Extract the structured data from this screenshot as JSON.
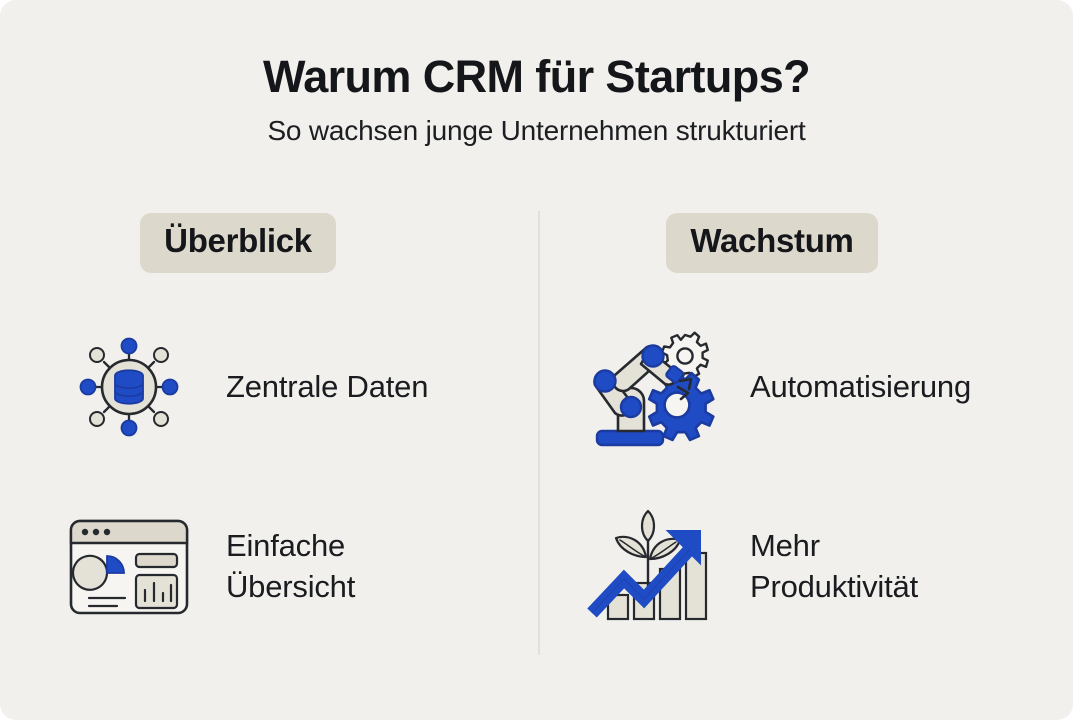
{
  "header": {
    "title": "Warum CRM für Startups?",
    "subtitle": "So wachsen junge Unternehmen strukturiert"
  },
  "columns": [
    {
      "badge": "Überblick",
      "features": [
        {
          "icon": "central-data-hub-icon",
          "label": "Zentrale Daten"
        },
        {
          "icon": "dashboard-overview-icon",
          "label": "Einfache\nÜbersicht"
        }
      ]
    },
    {
      "badge": "Wachstum",
      "features": [
        {
          "icon": "robot-arm-gears-icon",
          "label": "Automatisierung"
        },
        {
          "icon": "growth-chart-plant-icon",
          "label": "Mehr\nProduktivität"
        }
      ]
    }
  ],
  "colors": {
    "background": "#F1F0EC",
    "badge_background": "#DDD8CC",
    "accent_blue": "#1F4BC4",
    "icon_beige": "#E4E1D6",
    "outline": "#26292E",
    "divider": "#E2E0D9",
    "text": "#14161A"
  }
}
